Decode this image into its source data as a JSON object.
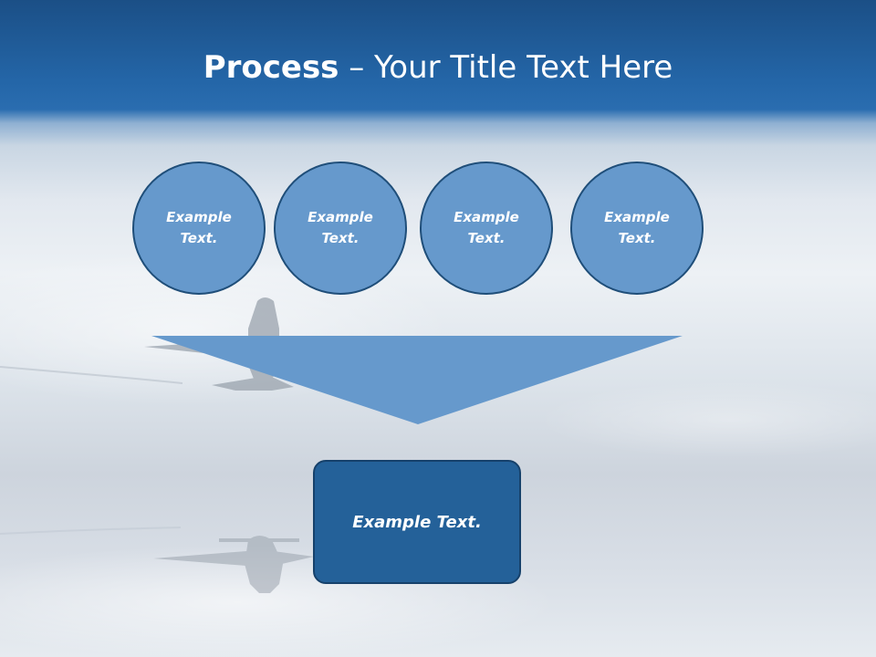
{
  "slide": {
    "title_bold": "Process",
    "title_rest": " – Your Title Text Here",
    "circles": [
      {
        "line1": "Example",
        "line2": "Text."
      },
      {
        "line1": "Example",
        "line2": "Text."
      },
      {
        "line1": "Example",
        "line2": "Text."
      },
      {
        "line1": "Example",
        "line2": "Text."
      }
    ],
    "result_box": "Example Text."
  },
  "colors": {
    "circle_fill": "#6699cc",
    "circle_border": "#1f4e79",
    "arrow_fill": "#6699cc",
    "box_fill": "#246199",
    "header_blue": "#2466a8"
  }
}
